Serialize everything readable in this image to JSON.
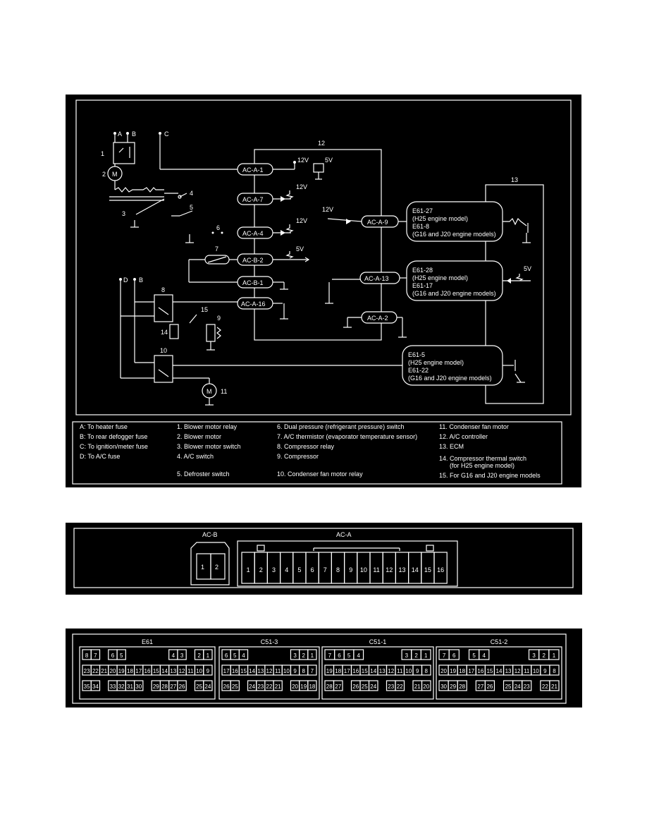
{
  "diagram": {
    "sources": {
      "A": "A",
      "B": "B",
      "C": "C",
      "D": "D",
      "B2": "B"
    },
    "component_numbers": {
      "n1": "1",
      "n2": "2",
      "n3": "3",
      "n4": "4",
      "n5": "5",
      "n6": "6",
      "n7": "7",
      "n8": "8",
      "n9": "9",
      "n10": "10",
      "n11": "11",
      "n12": "12",
      "n13": "13",
      "n14": "14",
      "n15": "15"
    },
    "motor_symbol": "M",
    "controller_terminals": [
      "AC-A-1",
      "AC-A-7",
      "AC-A-4",
      "AC-B-2",
      "AC-B-1",
      "AC-A-16",
      "AC-A-9",
      "AC-A-13",
      "AC-A-2"
    ],
    "voltages": {
      "v12a": "12V",
      "v5a": "5V",
      "v12b": "12V",
      "v12c": "12V",
      "v5b": "5V",
      "v12d": "12V",
      "v5c": "5V"
    },
    "ecm_blocks": [
      [
        "E61-27",
        "(H25 engine model)",
        "E61-8",
        "(G16 and J20 engine models)"
      ],
      [
        "E61-28",
        "(H25 engine model)",
        "E61-17",
        "(G16 and J20 engine models)"
      ],
      [
        "E61-5",
        "(H25 engine model)",
        "E61-22",
        "(G16 and J20 engine models)"
      ]
    ]
  },
  "legend": {
    "col1": [
      "A:   To heater fuse",
      "B:   To rear defogger fuse",
      "C:   To ignition/meter fuse",
      "D:   To A/C fuse"
    ],
    "col2": [
      "1.   Blower motor relay",
      "2.   Blower motor",
      "3.   Blower motor switch",
      "4.   A/C switch",
      "5.   Defroster switch"
    ],
    "col3": [
      "6.   Dual pressure (refrigerant pressure) switch",
      "7.   A/C thermistor (evaporator temperature sensor)",
      "8.   Compressor relay",
      "9.   Compressor",
      "10.   Condenser fan motor relay"
    ],
    "col4": [
      "11.   Condenser fan motor",
      "12.   A/C controller",
      "13.   ECM",
      "14.   Compressor thermal switch",
      "(for H25 engine model)",
      "15.   For G16 and J20 engine models"
    ]
  },
  "connector_ac": {
    "acb_label": "AC-B",
    "aca_label": "AC-A",
    "acb_pins": [
      "1",
      "2"
    ],
    "aca_pins": [
      "1",
      "2",
      "3",
      "4",
      "5",
      "6",
      "7",
      "8",
      "9",
      "10",
      "11",
      "12",
      "13",
      "14",
      "15",
      "16"
    ]
  },
  "connector_ecm": {
    "blocks": [
      {
        "label": "E61",
        "row1": [
          "8",
          "7",
          "",
          "6",
          "5",
          "",
          "",
          "",
          "",
          "",
          "4",
          "3",
          "",
          "2",
          "1"
        ],
        "row2": [
          "23",
          "22",
          "21",
          "20",
          "19",
          "18",
          "17",
          "16",
          "15",
          "14",
          "13",
          "12",
          "11",
          "10",
          "9"
        ],
        "row3": [
          "35",
          "34",
          "",
          "33",
          "32",
          "31",
          "30",
          "",
          "29",
          "28",
          "27",
          "26",
          "",
          "25",
          "24"
        ]
      },
      {
        "label": "C51-3",
        "row1": [
          "6",
          "5",
          "4",
          "",
          "",
          "",
          "",
          "",
          "3",
          "2",
          "1"
        ],
        "row2": [
          "17",
          "16",
          "15",
          "14",
          "13",
          "12",
          "11",
          "10",
          "9",
          "8",
          "7"
        ],
        "row3": [
          "26",
          "25",
          "",
          "24",
          "23",
          "22",
          "21",
          "",
          "20",
          "19",
          "18"
        ]
      },
      {
        "label": "C51-1",
        "row1": [
          "7",
          "6",
          "5",
          "4",
          "",
          "",
          "",
          "",
          "3",
          "2",
          "1"
        ],
        "row2": [
          "19",
          "18",
          "17",
          "16",
          "15",
          "14",
          "13",
          "12",
          "11",
          "10",
          "9",
          "8"
        ],
        "row3": [
          "28",
          "27",
          "",
          "26",
          "25",
          "24",
          "",
          "23",
          "22",
          "",
          "21",
          "20"
        ]
      },
      {
        "label": "C51-2",
        "row1": [
          "7",
          "6",
          "",
          "5",
          "4",
          "",
          "",
          "",
          "",
          "3",
          "2",
          "1"
        ],
        "row2": [
          "20",
          "19",
          "18",
          "17",
          "16",
          "15",
          "14",
          "13",
          "12",
          "11",
          "10",
          "9",
          "8"
        ],
        "row3": [
          "30",
          "29",
          "28",
          "",
          "27",
          "26",
          "",
          "25",
          "24",
          "23",
          "",
          "22",
          "21"
        ]
      }
    ]
  }
}
